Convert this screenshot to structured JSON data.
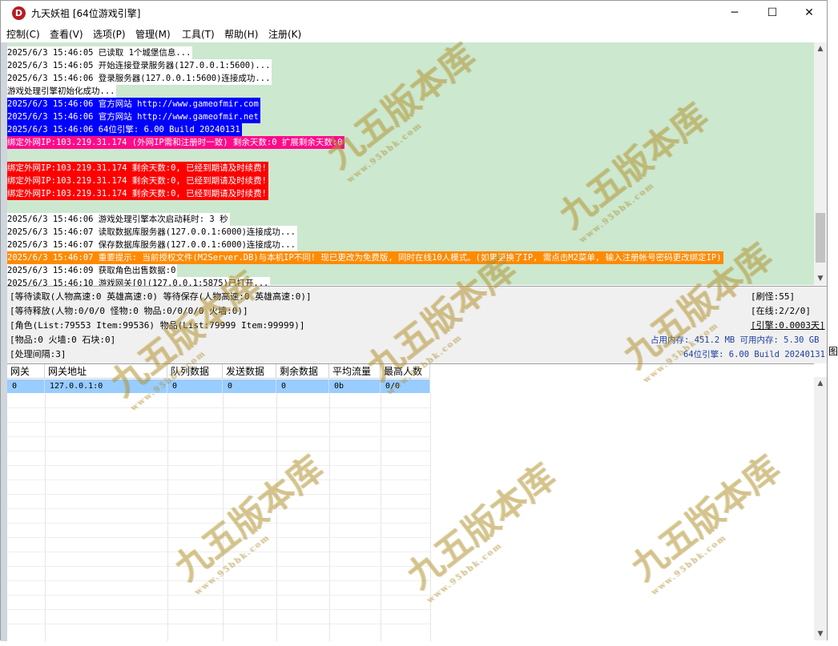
{
  "window": {
    "title": "九天妖祖 [64位游戏引擎]",
    "icon_letter": "D"
  },
  "window_controls": {
    "minimize": "─",
    "maximize": "☐",
    "close": "✕"
  },
  "menu": [
    {
      "label": "控制(C)"
    },
    {
      "label": "查看(V)"
    },
    {
      "label": "选项(P)"
    },
    {
      "label": "管理(M)"
    },
    {
      "label": "工具(T)"
    },
    {
      "label": "帮助(H)"
    },
    {
      "label": "注册(K)"
    }
  ],
  "log": [
    {
      "text": "2025/6/3 15:46:05 已读取 1个城堡信息...",
      "style": "normal"
    },
    {
      "text": "2025/6/3 15:46:05 开始连接登录服务器(127.0.0.1:5600)...",
      "style": "normal"
    },
    {
      "text": "2025/6/3 15:46:06 登录服务器(127.0.0.1:5600)连接成功...",
      "style": "normal"
    },
    {
      "text": "游戏处理引擎初始化成功...",
      "style": "normal"
    },
    {
      "text": "2025/6/3 15:46:06 官方网站 http://www.gameofmir.com",
      "style": "blue"
    },
    {
      "text": "2025/6/3 15:46:06 官方网站 http://www.gameofmir.net",
      "style": "blue"
    },
    {
      "text": "2025/6/3 15:46:06 64位引擎: 6.00 Build 20240131",
      "style": "blue"
    },
    {
      "text": "绑定外网IP:103.219.31.174 (外网IP需和注册时一致) 剩余天数:0 扩展剩余天数:0",
      "style": "magenta"
    },
    {
      "text": "",
      "style": "blank"
    },
    {
      "text": "绑定外网IP:103.219.31.174 剩余天数:0, 已经到期请及时续费!",
      "style": "red"
    },
    {
      "text": "绑定外网IP:103.219.31.174 剩余天数:0, 已经到期请及时续费!",
      "style": "red"
    },
    {
      "text": "绑定外网IP:103.219.31.174 剩余天数:0, 已经到期请及时续费!",
      "style": "red"
    },
    {
      "text": "",
      "style": "blank"
    },
    {
      "text": "2025/6/3 15:46:06 游戏处理引擎本次启动耗时: 3 秒",
      "style": "normal"
    },
    {
      "text": "2025/6/3 15:46:07 读取数据库服务器(127.0.0.1:6000)连接成功...",
      "style": "normal"
    },
    {
      "text": "2025/6/3 15:46:07 保存数据库服务器(127.0.0.1:6000)连接成功...",
      "style": "normal"
    },
    {
      "text": "2025/6/3 15:46:07 重要提示: 当前授权文件(M2Server.DB)与本机IP不同! 现已更改为免费版, 同时在线10人模式。(如果更换了IP, 需点击M2菜单, 输入注册帐号密码更改绑定IP)",
      "style": "orange"
    },
    {
      "text": "2025/6/3 15:46:09 获取角色出售数据:0",
      "style": "normal"
    },
    {
      "text": "2025/6/3 15:46:10 游戏网关[0](127.0.0.1:5875)已打开...",
      "style": "normal"
    }
  ],
  "status": {
    "line1": "[等待读取(人物高速:0 英雄高速:0) 等待保存(人物高速:0 英雄高速:0)]",
    "line2": "[等待释放(人物:0/0/0 怪物:0 物品:0/0/0/0 火墙:0)]",
    "line3": "[角色(List:79553 Item:99536) 物品(List:79999 Item:99999)]",
    "line4": "[物品:0 火墙:0 石块:0]",
    "line5": "[处理间隔:3]",
    "refresh": "[刷怪:55]",
    "online": "[在线:2/2/0]",
    "engine": "[引擎:0.0003天]",
    "memory": "占用内存: 451.2 MB 可用内存: 5.30 GB",
    "version": "64位引擎: 6.00 Build 20240131"
  },
  "grid": {
    "columns": [
      "网关",
      "网关地址",
      "队列数据",
      "发送数据",
      "剩余数据",
      "平均流量",
      "最高人数"
    ],
    "rows": [
      [
        "0",
        "127.0.0.1:0",
        "0",
        "0",
        "0",
        "0b",
        "0/0"
      ]
    ]
  },
  "watermark": {
    "text": "九五版本库",
    "sub": "www.95bbk.com"
  },
  "outside_fragment": "图"
}
